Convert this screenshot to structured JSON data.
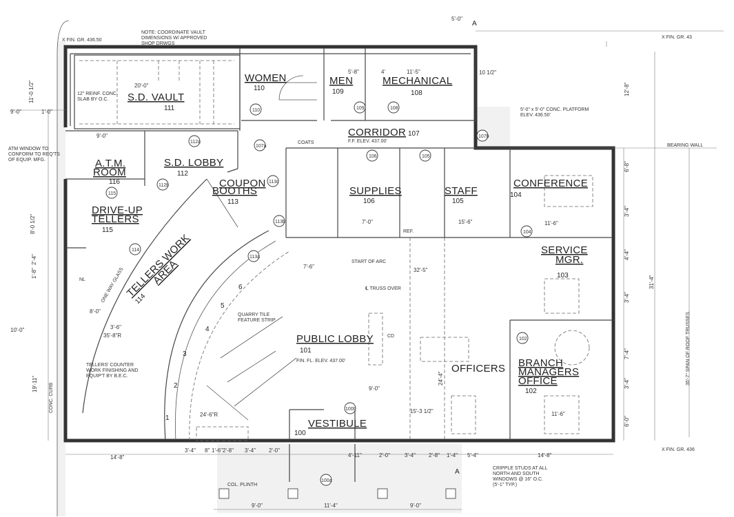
{
  "rooms": {
    "vault": {
      "name": "S.D. VAULT",
      "number": "111"
    },
    "women": {
      "name": "WOMEN",
      "number": "110"
    },
    "men": {
      "name": "MEN",
      "number": "109"
    },
    "mechanical": {
      "name": "MECHANICAL",
      "number": "108"
    },
    "corridor": {
      "name": "CORRIDOR",
      "number": "107"
    },
    "atm": {
      "name_line1": "A.T.M.",
      "name_line2": "ROOM",
      "number": "116"
    },
    "sd_lobby": {
      "name": "S.D. LOBBY",
      "number": "112"
    },
    "coupon": {
      "name_line1": "COUPON",
      "name_line2": "BOOTHS",
      "number": "113"
    },
    "supplies": {
      "name": "SUPPLIES",
      "number": "106"
    },
    "staff": {
      "name": "STAFF",
      "number": "105"
    },
    "conference": {
      "name": "CONFERENCE",
      "number": "104"
    },
    "drive_up": {
      "name_line1": "DRIVE-UP",
      "name_line2": "TELLERS",
      "number": "115"
    },
    "tellers_work": {
      "name_line1": "TELLERS WORK",
      "name_line2": "AREA",
      "number": "114"
    },
    "service_mgr": {
      "name_line1": "SERVICE",
      "name_line2": "MGR.",
      "number": "103"
    },
    "public_lobby": {
      "name": "PUBLIC LOBBY",
      "number": "101"
    },
    "officers": {
      "name": "OFFICERS"
    },
    "branch_mgr": {
      "name_line1": "BRANCH",
      "name_line2": "MANAGERS",
      "name_line3": "OFFICE",
      "number": "102"
    },
    "vestibule": {
      "name": "VESTIBULE",
      "number": "100"
    }
  },
  "door_tags": [
    "112a",
    "112b",
    "113a",
    "113b",
    "113c",
    "107a",
    "107b",
    "110",
    "109",
    "108",
    "106",
    "105",
    "104",
    "102",
    "100a",
    "100b",
    "114",
    "115"
  ],
  "teller_stations": [
    "1",
    "2",
    "3",
    "4",
    "5",
    "6"
  ],
  "notes": {
    "vault_note": [
      "NOTE: COORDINATE VAULT",
      "DIMENSIONS W/ APPROVED",
      "SHOP DRWGS"
    ],
    "fin_gr_nw": "X FIN. GR. 436.50",
    "fin_gr_ne": "X FIN. GR. 43",
    "fin_gr_se": "X FIN. GR. 436",
    "lobby_elev": "FIN. FL. ELEV. 437.00'",
    "corridor_elev": "F.F. ELEV. 437.00'",
    "quarry_tile": [
      "QUARRY TILE",
      "FEATURE STRIP"
    ],
    "tellers_counter": [
      "TELLERS' COUNTER",
      "WORK FINISHING AND",
      "EQUIP'T BY B.E.C."
    ],
    "platform": [
      "5'-0\" x 5'-0\" CONC. PLATFORM",
      "ELEV. 436.50'"
    ],
    "atm_window": [
      "ATM WINDOW TO",
      "CONFORM TO REQ'TS",
      "OF EQUIP. MFG."
    ],
    "slab": [
      "12\" REINF. CONC.",
      "SLAB BY O.C."
    ],
    "col_plinth": "COL. PLINTH",
    "cripple": [
      "CRIPPLE STUDS AT ALL",
      "NORTH AND SOUTH",
      "WINDOWS @ 16\" O.C.",
      "(5'-1\" TYP.)"
    ],
    "bearing_wall": "BEARING WALL",
    "roof_truss_span": "35'-7\" SPAN OF ROOF TRUSSES",
    "truss_over": "℄ TRUSS OVER",
    "start_arc": "START OF ARC",
    "conc_curb": "CONC. CURB",
    "coats": "COATS",
    "one_way_glass": "ONE WAY GLASS",
    "ref": "REF.",
    "cd": "CD",
    "nl": "NL",
    "section_a": "A"
  },
  "dimensions": {
    "top": [
      "20'-0\"",
      "5'-8\"",
      "4'",
      "11'-5\"",
      "10 1/2\"",
      "5'-0\""
    ],
    "left": [
      "9'-0\"",
      "1'-0\"",
      "11'-0 1/2\"",
      "10'-0\"",
      "19'-11\"",
      "8'-0 1/2\"",
      "2'-4\"",
      "1'-8\""
    ],
    "right": [
      "12'-8\"",
      "6'-8\"",
      "3'-4\"",
      "4'-4\"",
      "3'-4\"",
      "7'-4\"",
      "3'-4\"",
      "6'-0\"",
      "31'-4\""
    ],
    "bottom": [
      "14'-8\"",
      "3'-4\"",
      "8\"",
      "1'-6\"",
      "2'-8\"",
      "3'-4\"",
      "2'-0\"",
      "4'-11\"",
      "2'-0\"",
      "3'-4\"",
      "2'-8\"",
      "1'-4\"",
      "5'-4\"",
      "14'-8\""
    ],
    "bottom_outer": [
      "9'-0\"",
      "11'-4\"",
      "9'-0\""
    ],
    "interior": [
      "32'-5\"",
      "24'-4\"",
      "11'-6\"",
      "15'-6\"",
      "9'-0\"",
      "7'-0\"",
      "24'-6\"R",
      "35'-8\"R",
      "3'-6\"",
      "8'-0\"",
      "15'-3 1/2\"",
      "11'-6\"",
      "7'-6\"",
      "9'-0\""
    ]
  },
  "colors": {
    "line": "#333333",
    "paper": "#ffffff"
  }
}
